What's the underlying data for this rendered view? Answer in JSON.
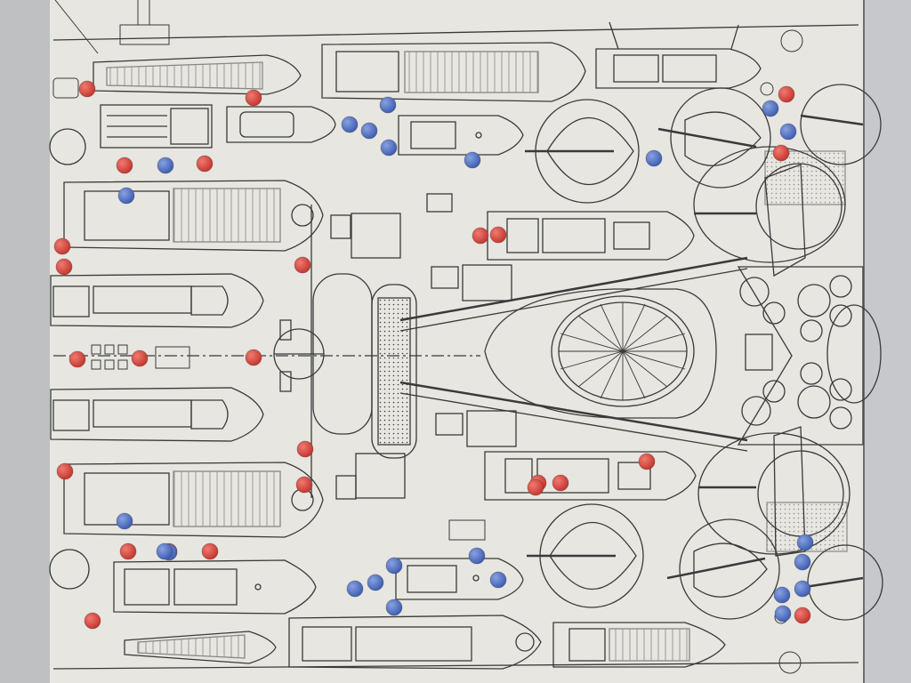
{
  "image": {
    "subject": "ship-deck-plan",
    "colors": {
      "background": "#bfc0c2",
      "paper": "#e7e6e1",
      "ink": "#3a3a3a",
      "marker_red": "#d9473f",
      "marker_blue": "#4c70c4",
      "page_shadow": "#8d8e92"
    }
  },
  "boats": [
    {
      "id": "boat-1",
      "kind": "longboat"
    },
    {
      "id": "boat-2",
      "kind": "pinnace"
    },
    {
      "id": "boat-3",
      "kind": "motor-launch"
    },
    {
      "id": "boat-4",
      "kind": "cutter"
    },
    {
      "id": "boat-5",
      "kind": "barge"
    },
    {
      "id": "boat-6",
      "kind": "motor-boat"
    },
    {
      "id": "boat-7",
      "kind": "motor-boat"
    },
    {
      "id": "boat-8",
      "kind": "cutter"
    },
    {
      "id": "boat-9",
      "kind": "motor-launch"
    },
    {
      "id": "boat-10",
      "kind": "motor-boat"
    },
    {
      "id": "boat-11",
      "kind": "barge"
    },
    {
      "id": "boat-12",
      "kind": "pinnace"
    },
    {
      "id": "boat-13",
      "kind": "longboat"
    },
    {
      "id": "boat-14",
      "kind": "motor-barge"
    },
    {
      "id": "boat-15",
      "kind": "cutter"
    }
  ],
  "markers": {
    "red_count": 26,
    "blue_count": 24
  }
}
